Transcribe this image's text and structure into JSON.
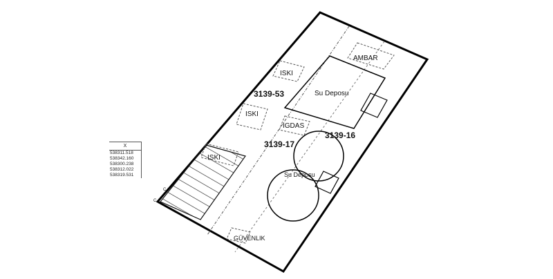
{
  "parcels": {
    "main": "3139-53",
    "east": "3139-16",
    "south": "3139-17"
  },
  "buildings": {
    "ambar": "AMBAR",
    "iski_1": "ISKI",
    "iski_2": "ISKI",
    "iski_3": "ISKI",
    "igdas": "IGDAS",
    "su_deposu_1": "Su Deposu",
    "su_deposu_2": "Su Deposu",
    "guvenlik": "GÜVENLIK"
  },
  "coordinate_table": {
    "header": "X",
    "values": [
      "538311.518",
      "538342.160",
      "538300.238",
      "538312.022",
      "538319.531"
    ]
  },
  "corner_labels": [
    "C",
    "C"
  ]
}
